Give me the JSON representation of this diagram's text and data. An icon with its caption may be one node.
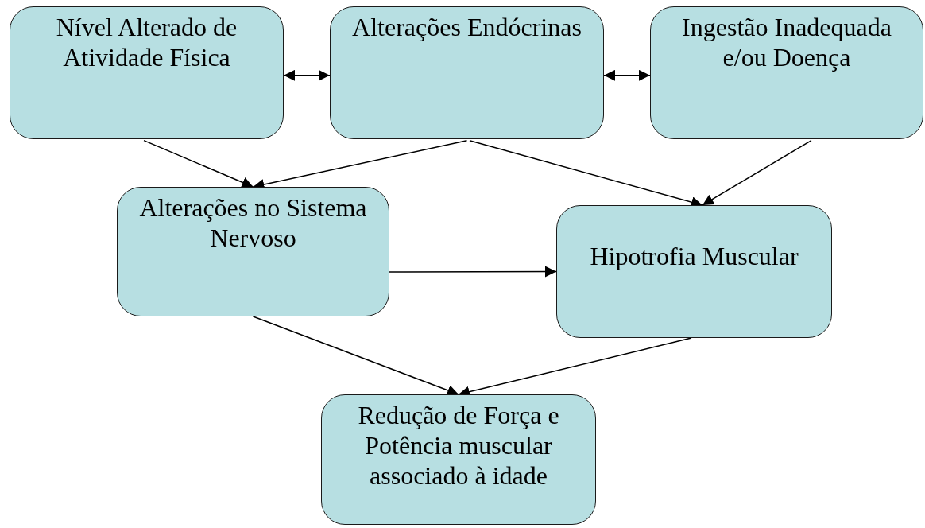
{
  "diagram": {
    "nodes": [
      {
        "text": [
          "Nível Alterado de Atividade Física"
        ]
      },
      {
        "text": [
          "Alterações Endócrinas"
        ]
      },
      {
        "text": [
          "Ingestão Inadequada e/ou Doença"
        ]
      },
      {
        "text": [
          "Alterações no Sistema Nervoso"
        ]
      },
      {
        "text": [
          "Hipotrofia Muscular"
        ]
      },
      {
        "text": [
          "Redução de Força e Potência muscular associado à idade"
        ]
      }
    ],
    "edges": [
      {
        "from": 0,
        "to": 1,
        "arrow": "both"
      },
      {
        "from": 1,
        "to": 2,
        "arrow": "both"
      },
      {
        "from": 0,
        "to": 3,
        "arrow": "to"
      },
      {
        "from": 1,
        "to": 3,
        "arrow": "to"
      },
      {
        "from": 1,
        "to": 4,
        "arrow": "to"
      },
      {
        "from": 2,
        "to": 4,
        "arrow": "to"
      },
      {
        "from": 3,
        "to": 4,
        "arrow": "to"
      },
      {
        "from": 3,
        "to": 5,
        "arrow": "to"
      },
      {
        "from": 4,
        "to": 5,
        "arrow": "to"
      }
    ]
  }
}
